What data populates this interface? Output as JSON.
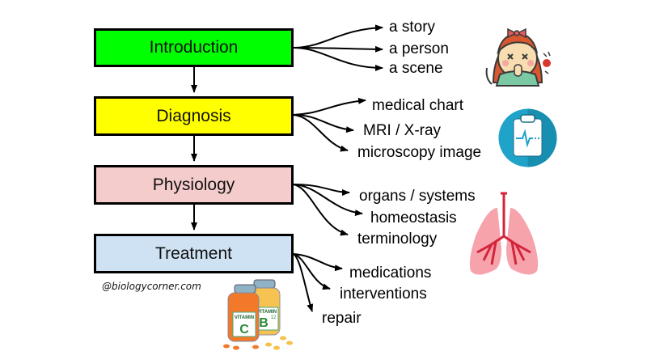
{
  "diagram": {
    "stages": [
      {
        "label": "Introduction",
        "color": "#00ff00",
        "items": [
          "a story",
          "a person",
          "a scene"
        ]
      },
      {
        "label": "Diagnosis",
        "color": "#ffff00",
        "items": [
          "medical chart",
          "MRI / X-ray",
          "microscopy image"
        ]
      },
      {
        "label": "Physiology",
        "color": "#f4cccc",
        "items": [
          "organs / systems",
          "homeostasis",
          "terminology"
        ]
      },
      {
        "label": "Treatment",
        "color": "#cfe2f3",
        "items": [
          "medications",
          "interventions",
          "repair"
        ]
      }
    ],
    "credit": "@biologycorner.com",
    "icons": {
      "introduction": "sick-girl-icon",
      "diagnosis": "clipboard-heartbeat-icon",
      "physiology": "lungs-icon",
      "treatment": "vitamin-bottles-icon"
    },
    "vitamin_labels": {
      "c_top": "VITAMIN",
      "c": "C",
      "b_top": "VITAMIN",
      "b": "B",
      "b_sub": "12"
    }
  }
}
